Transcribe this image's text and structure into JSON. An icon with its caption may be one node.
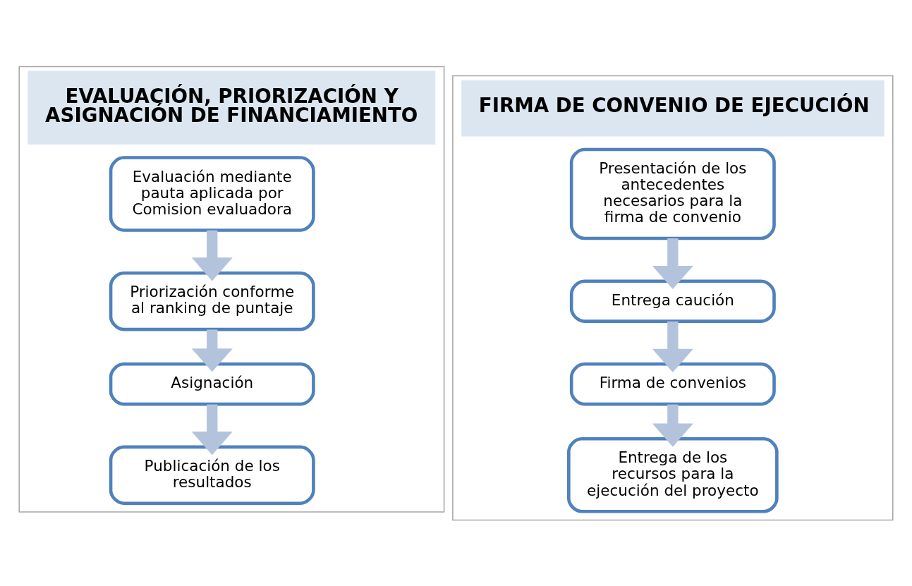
{
  "diagram": {
    "nodes": [
      {
        "text": [
          "EVALUACIÓN, PRIORIZACIÓN Y ASIGNACIÓN DE FINANCIAMIENTO"
        ]
      },
      {
        "text": [
          "Evaluación mediante pauta aplicada por Comision evaluadora"
        ],
        "in": 0
      },
      {
        "text": [
          "Priorización conforme al ranking de puntaje"
        ],
        "in": 0
      },
      {
        "text": [
          "Asignación"
        ],
        "in": 0
      },
      {
        "text": [
          "Publicación de los resultados"
        ],
        "in": 0
      },
      {
        "text": [
          "FIRMA DE CONVENIO DE EJECUCIÓN"
        ]
      },
      {
        "text": [
          "Presentación de los antecedentes necesarios para la firma de convenio"
        ],
        "in": 5
      },
      {
        "text": [
          "Entrega caución"
        ],
        "in": 5
      },
      {
        "text": [
          "Firma de convenios"
        ],
        "in": 5
      },
      {
        "text": [
          "Entrega de los recursos para la ejecución del proyecto"
        ],
        "in": 5
      }
    ],
    "edges": [
      {
        "from": 1,
        "to": 2,
        "arrow": "to"
      },
      {
        "from": 2,
        "to": 3,
        "arrow": "to"
      },
      {
        "from": 3,
        "to": 4,
        "arrow": "to"
      },
      {
        "from": 6,
        "to": 7,
        "arrow": "to"
      },
      {
        "from": 7,
        "to": 8,
        "arrow": "to"
      },
      {
        "from": 8,
        "to": 9,
        "arrow": "to"
      }
    ]
  }
}
